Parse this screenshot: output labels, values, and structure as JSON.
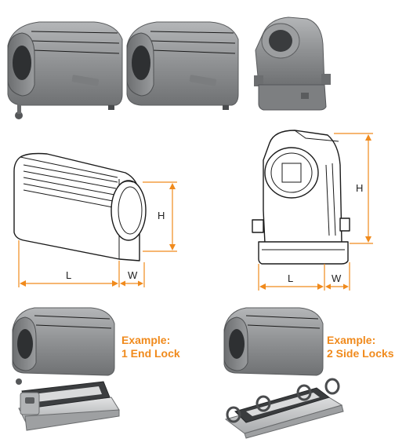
{
  "colors": {
    "accent": "#f08a1c",
    "housing_gray": "#8c8e90",
    "housing_dark": "#5e6062",
    "base_silver": "#c8cacb"
  },
  "icons": {
    "photos": [
      "side-entry-hood-photo",
      "side-entry-hood-photo",
      "top-entry-hood-photo",
      "end-lock-housing-photo",
      "side-locks-housing-photo"
    ],
    "drawings": [
      "side-entry-hood-drawing",
      "top-entry-hood-drawing"
    ]
  },
  "dimensions": {
    "side_drawing": {
      "height": "H",
      "length": "L",
      "width": "W"
    },
    "top_drawing": {
      "height": "H",
      "length": "L",
      "width": "W"
    }
  },
  "examples": {
    "end_lock": {
      "line1": "Example:",
      "line2": "1 End Lock"
    },
    "side_locks": {
      "line1": "Example:",
      "line2": "2 Side Locks"
    }
  }
}
